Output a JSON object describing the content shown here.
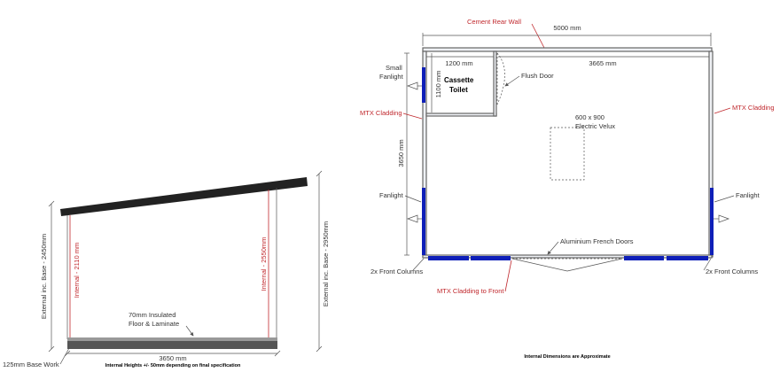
{
  "colors": {
    "accent_red": "#c0282d",
    "cladding_blue": "#0e1fb8",
    "roof": "#222222",
    "floor": "#555555"
  },
  "side_view": {
    "external_left": "External inc. Base - 2450mm",
    "internal_left": "Internal - 2110 mm",
    "internal_right": "Internal - 2550mm",
    "external_right": "External inc. Base - 2950mm",
    "floor_line1": "70mm Insulated",
    "floor_line2": "Floor & Laminate",
    "width": "3650 mm",
    "base": "125mm Base Work",
    "note": "Internal Heights +/- 50mm depending on final specification"
  },
  "plan_view": {
    "rear_wall": "Cement Rear Wall",
    "width_total": "5000 mm",
    "toilet_width": "1200 mm",
    "main_width": "3665 mm",
    "toilet_depth": "1100 mm",
    "depth": "3650 mm",
    "small_fanlight_1": "Small",
    "small_fanlight_2": "Fanlight",
    "toilet_1": "Cassette",
    "toilet_2": "Toilet",
    "flush_door": "Flush Door",
    "velux_1": "600 x 900",
    "velux_2": "Electric Velux",
    "cladding_left": "MTX Cladding",
    "cladding_right": "MTX Cladding",
    "fanlight_left": "Fanlight",
    "fanlight_right": "Fanlight",
    "french_doors": "Aluminium French Doors",
    "front_columns_left": "2x Front Columns",
    "front_columns_right": "2x Front Columns",
    "cladding_front": "MTX Cladding to Front",
    "note": "Internal Dimensions are Approximate"
  }
}
